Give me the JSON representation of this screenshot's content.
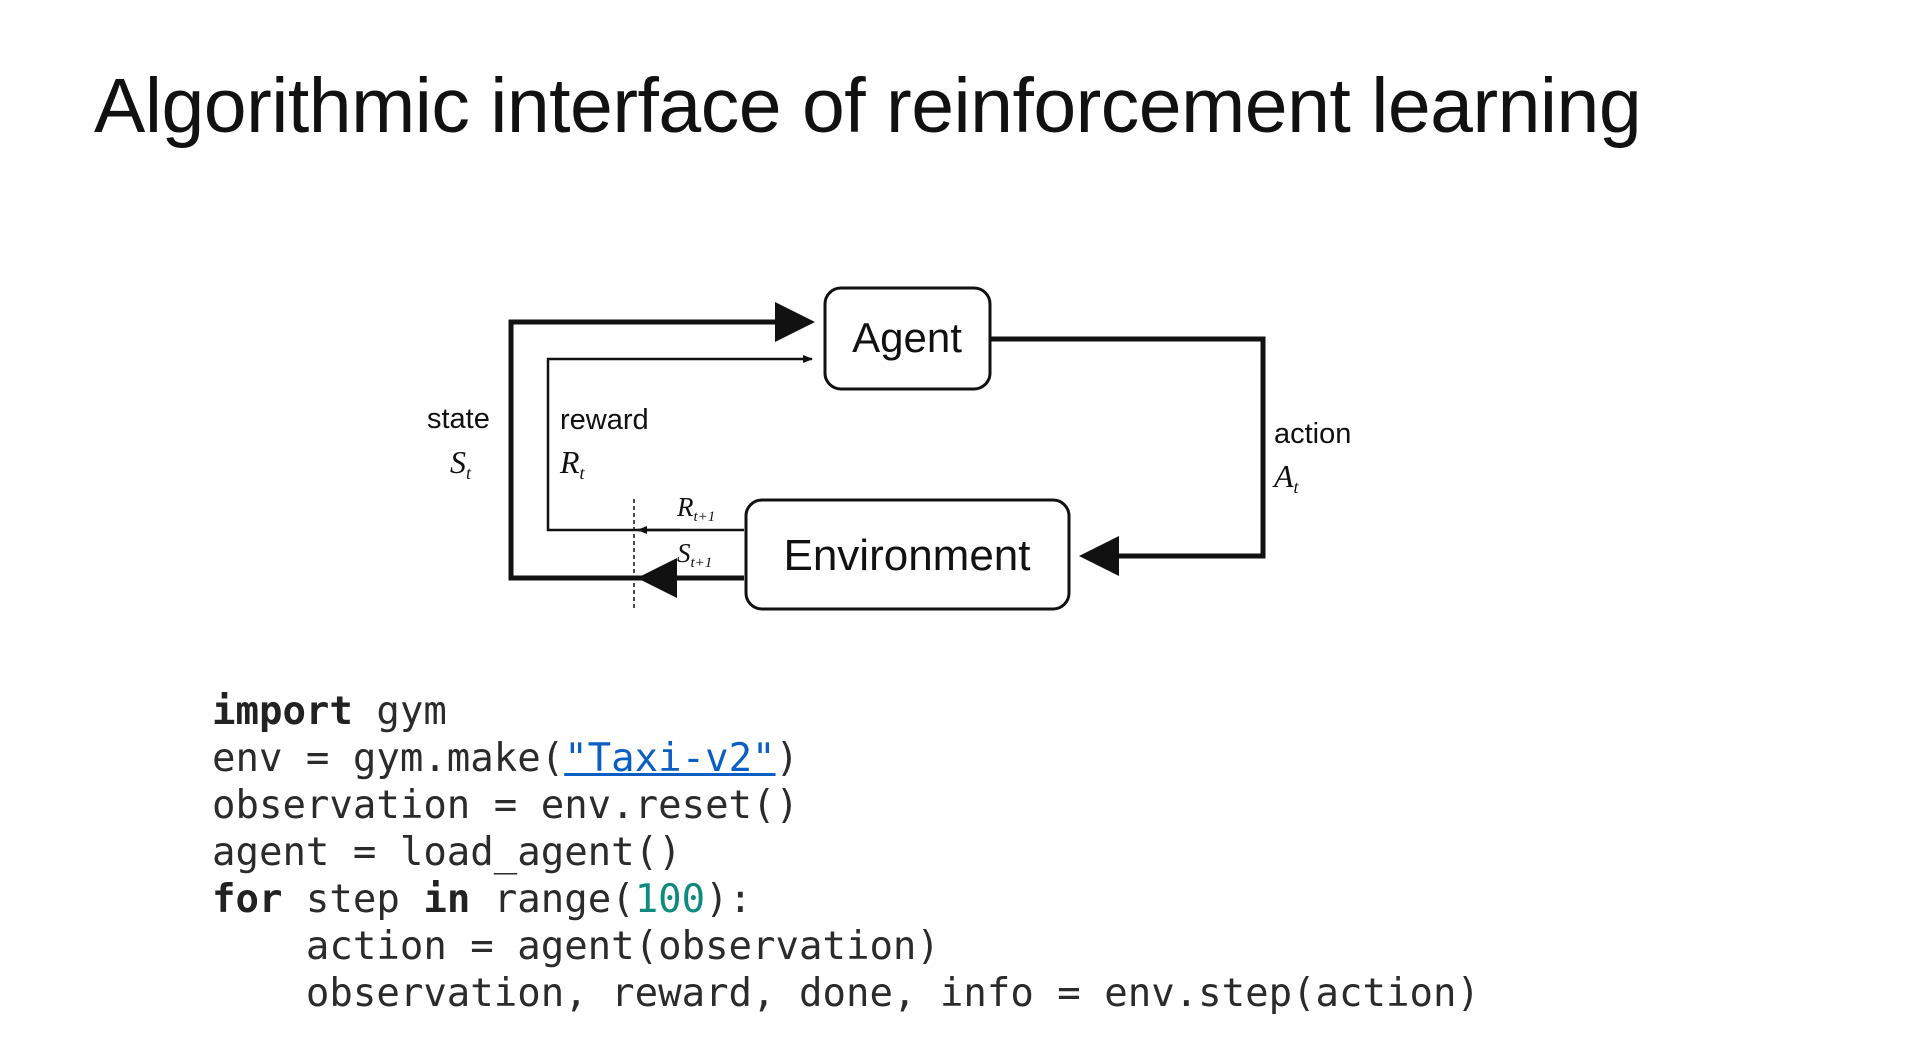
{
  "slide": {
    "title": "Algorithmic interface of reinforcement learning"
  },
  "diagram": {
    "agent_label": "Agent",
    "environment_label": "Environment",
    "state_label": "state",
    "state_symbol": "S",
    "state_sub": "t",
    "reward_label": "reward",
    "reward_symbol": "R",
    "reward_sub": "t",
    "action_label": "action",
    "action_symbol": "A",
    "action_sub": "t",
    "next_reward_symbol": "R",
    "next_reward_sub": "t+1",
    "next_state_symbol": "S",
    "next_state_sub": "t+1"
  },
  "code": {
    "colors": {
      "keyword": "#222222",
      "string": "#0b5fc4",
      "number": "#0f8a80"
    },
    "lines": [
      [
        {
          "t": "import",
          "k": "kw"
        },
        {
          "t": " gym",
          "k": ""
        }
      ],
      [
        {
          "t": "env = gym.make(",
          "k": ""
        },
        {
          "t": "\"Taxi-v2\"",
          "k": "str"
        },
        {
          "t": ")",
          "k": ""
        }
      ],
      [
        {
          "t": "observation = env.reset()",
          "k": ""
        }
      ],
      [
        {
          "t": "agent = load_agent()",
          "k": ""
        }
      ],
      [
        {
          "t": "for",
          "k": "kw"
        },
        {
          "t": " step ",
          "k": ""
        },
        {
          "t": "in",
          "k": "kw"
        },
        {
          "t": " range(",
          "k": ""
        },
        {
          "t": "100",
          "k": "num"
        },
        {
          "t": "):",
          "k": ""
        }
      ],
      [
        {
          "t": "    action = agent(observation)",
          "k": ""
        }
      ],
      [
        {
          "t": "    observation, reward, done, info = env.step(action)",
          "k": ""
        }
      ]
    ]
  }
}
